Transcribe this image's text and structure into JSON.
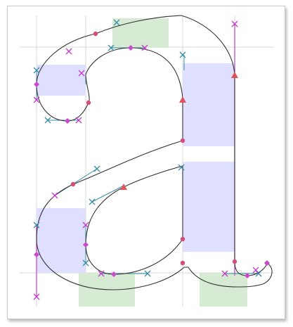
{
  "colors": {
    "background": "#ffffff",
    "frame_border": "#c9c9c9",
    "guide_line": "#d9d9d9",
    "stem_zone_fill": "#dcdcff",
    "overshoot_zone_fill": "#d5ead2",
    "outline_stroke": "#333333",
    "oncurve_point": "#d94b7a",
    "extremum_point": "#c94bc9",
    "handle_x_cyan": "#3a8ca8",
    "handle_x_magenta": "#c33bc9",
    "start_triangle": "#e0525a",
    "vertical_stem_line": "#c33bc9"
  },
  "icons": {
    "offcurve_handle": "x-marker-icon",
    "oncurve_node": "circle-node-icon",
    "extremum_node": "diamond-node-icon",
    "contour_start": "triangle-start-icon"
  },
  "glyph": {
    "character": "a",
    "contours": 2,
    "stem_zones": 4,
    "overshoot_zones": 3
  }
}
